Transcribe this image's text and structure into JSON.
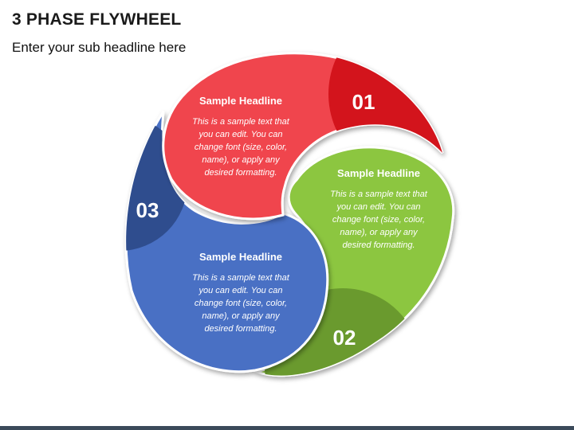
{
  "title": "3 PHASE FLYWHEEL",
  "subtitle": "Enter your sub headline here",
  "segments": [
    {
      "number": "01",
      "headline": "Sample Headline",
      "body_lines": [
        "This is a sample text that",
        "you can edit. You can",
        "change font (size, color,",
        "name), or apply any",
        "desired formatting."
      ],
      "color": "#f0444d",
      "dark_color": "#d3141c"
    },
    {
      "number": "02",
      "headline": "Sample Headline",
      "body_lines": [
        "This is a sample text that",
        "you can edit. You can",
        "change font (size, color,",
        "name), or apply any",
        "desired formatting."
      ],
      "color": "#8cc63f",
      "dark_color": "#6a9a2e"
    },
    {
      "number": "03",
      "headline": "Sample Headline",
      "body_lines": [
        "This is a sample text that",
        "you can edit. You can",
        "change font (size, color,",
        "name), or apply any",
        "desired formatting."
      ],
      "color": "#4a6fc4",
      "dark_color": "#2f4d8e"
    }
  ]
}
